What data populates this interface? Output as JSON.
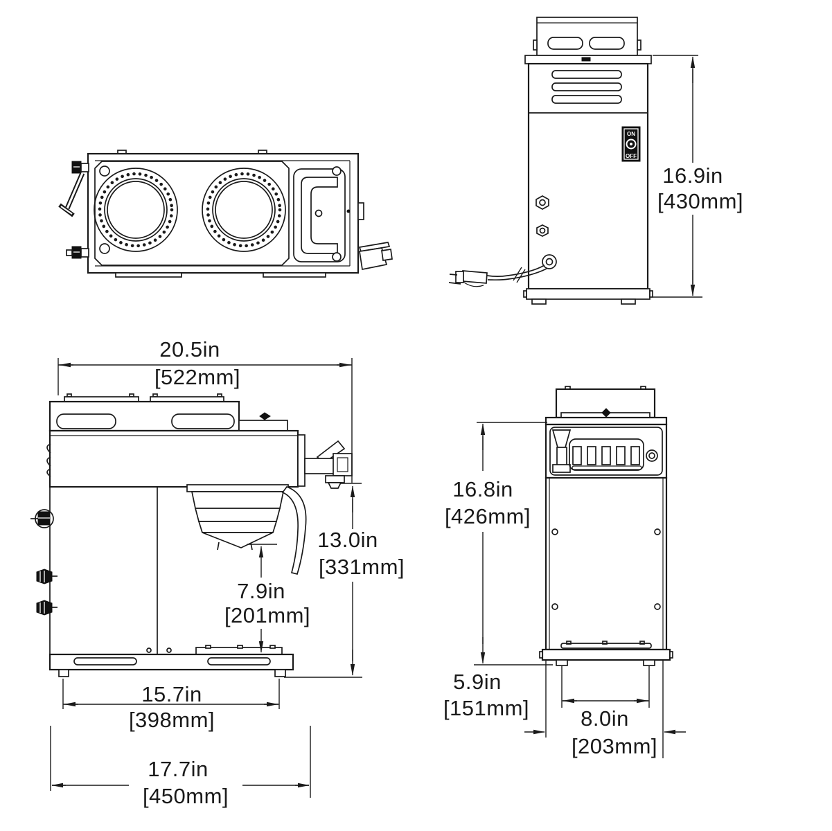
{
  "colors": {
    "background": "#ffffff",
    "line": "#1a1a1a",
    "switch_plate": "#111111",
    "switch_text": "#ffffff"
  },
  "back_view": {
    "height_in": "16.9in",
    "height_mm": "[430mm]",
    "power_switch": {
      "on_label": "ON",
      "off_label": "OFF"
    }
  },
  "side_view": {
    "depth_in": "20.5in",
    "depth_mm": "[522mm]",
    "faucet_height_in": "13.0in",
    "faucet_height_mm": "[331mm]",
    "funnel_clearance_in": "7.9in",
    "funnel_clearance_mm": "[201mm]",
    "feet_span_in": "15.7in",
    "feet_span_mm": "[398mm]",
    "overall_depth_in": "17.7in",
    "overall_depth_mm": "[450mm]"
  },
  "front_view": {
    "height_in": "16.8in",
    "height_mm": "[426mm]",
    "feet_span_in": "5.9in",
    "feet_span_mm": "[151mm]",
    "width_in": "8.0in",
    "width_mm": "[203mm]"
  }
}
